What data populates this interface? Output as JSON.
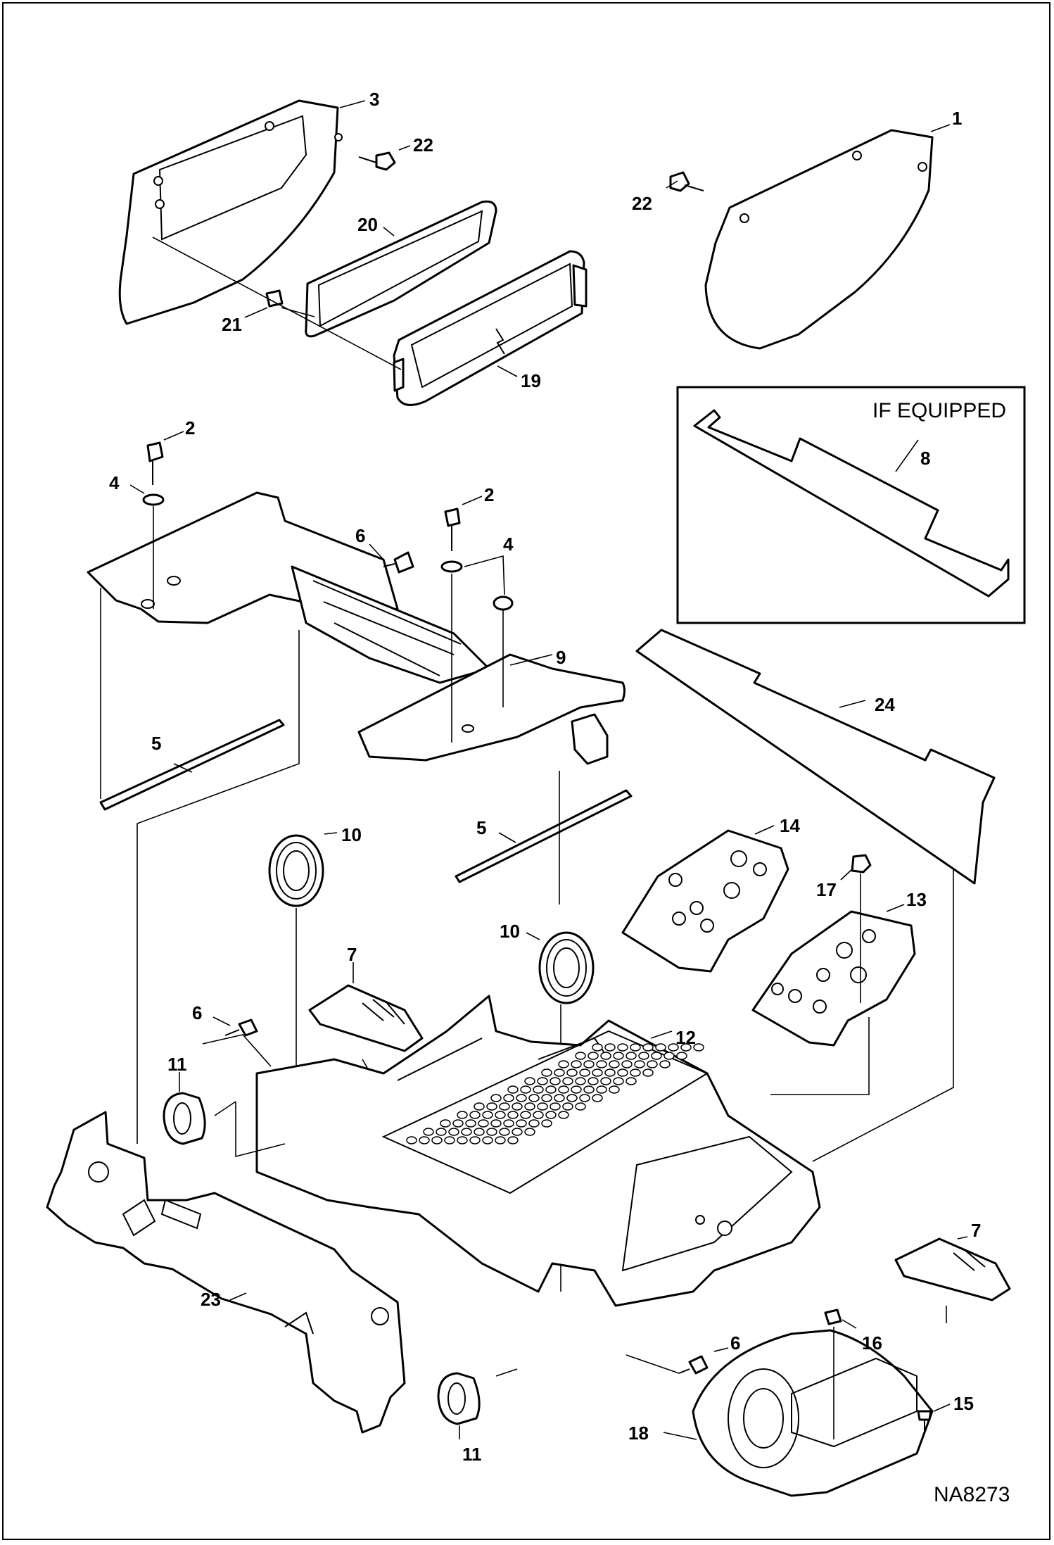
{
  "drawing_id": "NA8273",
  "inset_caption": "IF EQUIPPED",
  "callouts": [
    {
      "label": "1"
    },
    {
      "label": "2"
    },
    {
      "label": "2"
    },
    {
      "label": "3"
    },
    {
      "label": "4"
    },
    {
      "label": "4"
    },
    {
      "label": "5"
    },
    {
      "label": "5"
    },
    {
      "label": "6"
    },
    {
      "label": "6"
    },
    {
      "label": "6"
    },
    {
      "label": "7"
    },
    {
      "label": "7"
    },
    {
      "label": "8"
    },
    {
      "label": "9"
    },
    {
      "label": "10"
    },
    {
      "label": "10"
    },
    {
      "label": "11"
    },
    {
      "label": "11"
    },
    {
      "label": "12"
    },
    {
      "label": "13"
    },
    {
      "label": "14"
    },
    {
      "label": "15"
    },
    {
      "label": "16"
    },
    {
      "label": "17"
    },
    {
      "label": "18"
    },
    {
      "label": "19"
    },
    {
      "label": "20"
    },
    {
      "label": "21"
    },
    {
      "label": "22"
    },
    {
      "label": "22"
    },
    {
      "label": "23"
    },
    {
      "label": "24"
    }
  ]
}
